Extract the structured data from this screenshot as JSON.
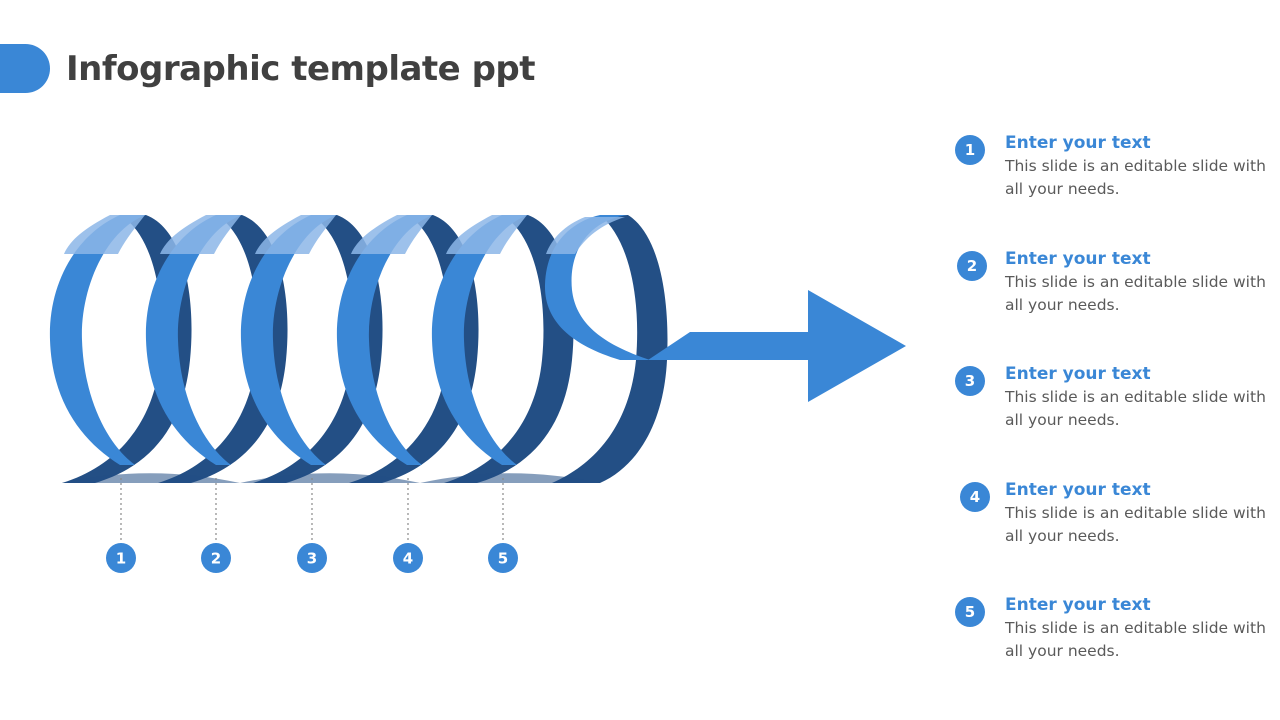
{
  "title": "Infographic template ppt",
  "colors": {
    "accent": "#3a87d6",
    "dark": "#234f85",
    "light": "#8cb6e8",
    "text": "#404040",
    "body_text": "#5a5a5a"
  },
  "steps": [
    {
      "number": "1"
    },
    {
      "number": "2"
    },
    {
      "number": "3"
    },
    {
      "number": "4"
    },
    {
      "number": "5"
    }
  ],
  "items": [
    {
      "number": "1",
      "heading": "Enter your text",
      "body": "This slide is an editable slide with all your needs."
    },
    {
      "number": "2",
      "heading": "Enter your text",
      "body": "This slide is an editable slide with all your needs."
    },
    {
      "number": "3",
      "heading": "Enter your text",
      "body": "This slide is an editable slide with all your needs."
    },
    {
      "number": "4",
      "heading": "Enter your text",
      "body": "This slide is an editable slide with all your needs."
    },
    {
      "number": "5",
      "heading": "Enter your text",
      "body": "This slide is an editable slide with all your needs."
    }
  ]
}
